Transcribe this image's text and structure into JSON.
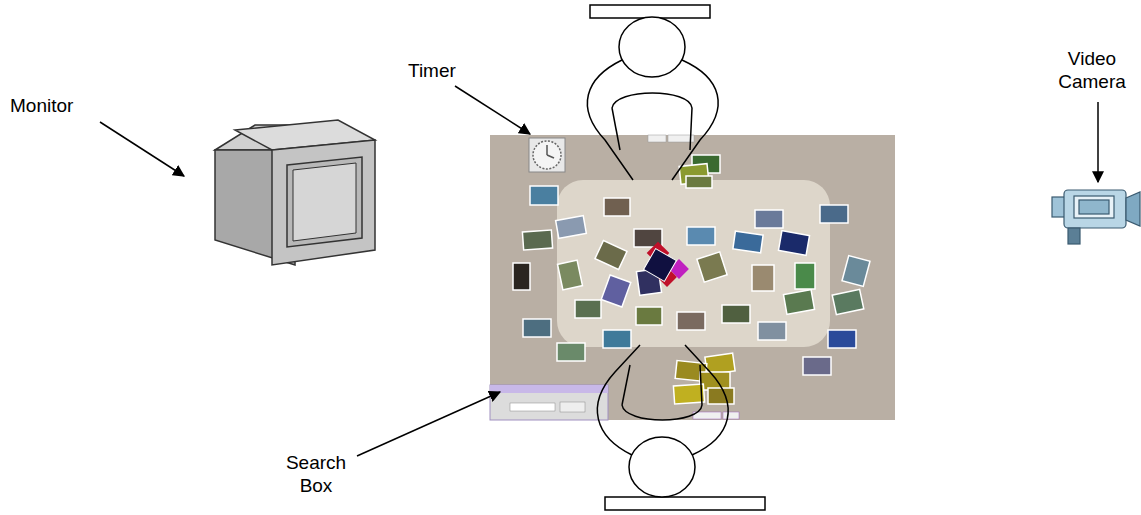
{
  "diagram": {
    "labels": [
      "Monitor",
      "Timer",
      "Video Camera",
      "Search Box"
    ]
  }
}
